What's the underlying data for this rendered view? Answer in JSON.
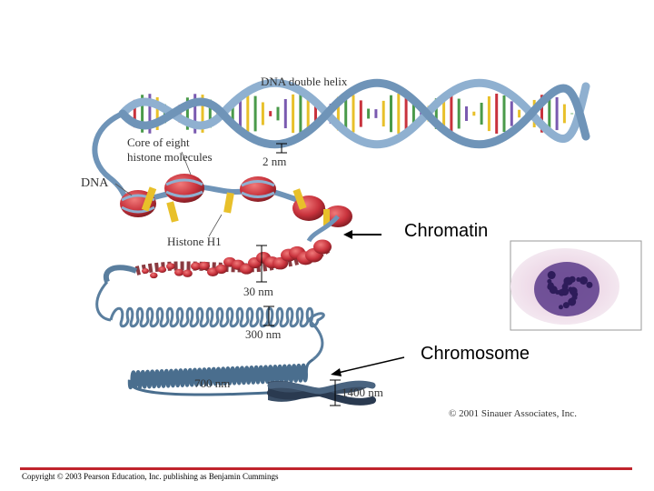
{
  "labels": {
    "dna_double_helix": "DNA double helix",
    "core_line1": "Core of eight",
    "core_line2": "histone molecules",
    "two_nm": "2 nm",
    "dna": "DNA",
    "histone_h1": "Histone H1",
    "thirty_nm": "30 nm",
    "three_hundred_nm": "300 nm",
    "seven_hundred_nm": "700 nm",
    "fourteen_hundred_nm": "1400 nm",
    "chromatin": "Chromatin",
    "chromosome": "Chromosome",
    "image_credit": "© 2001 Sinauer Associates, Inc.",
    "copyright": "Copyright © 2003 Pearson Education, Inc. publishing as Benjamin Cummings"
  },
  "colors": {
    "helix_blue": "#8fb0d0",
    "histone_red": "#c8323c",
    "h1_yellow": "#e8c02a",
    "fiber_gray": "#5a7e9e",
    "rule_red": "#c0242c",
    "stain_purple": "#5a3a8a"
  }
}
